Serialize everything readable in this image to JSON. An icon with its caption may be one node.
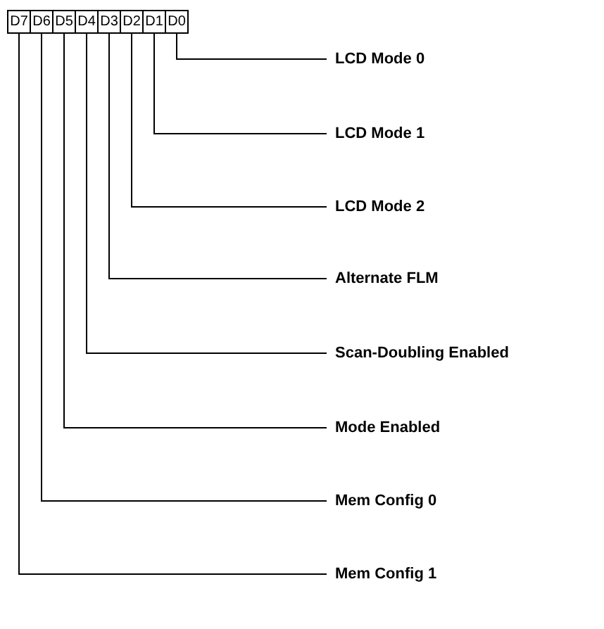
{
  "diagram": {
    "nodes": [
      {
        "text": [
          "D7"
        ]
      },
      {
        "text": [
          "D6"
        ]
      },
      {
        "text": [
          "D5"
        ]
      },
      {
        "text": [
          "D4"
        ]
      },
      {
        "text": [
          "D3"
        ]
      },
      {
        "text": [
          "D2"
        ]
      },
      {
        "text": [
          "D1"
        ]
      },
      {
        "text": [
          "D0"
        ]
      },
      {
        "text": [
          "LCD Mode 0"
        ]
      },
      {
        "text": [
          "LCD Mode 1"
        ]
      },
      {
        "text": [
          "LCD Mode 2"
        ]
      },
      {
        "text": [
          "Alternate FLM"
        ]
      },
      {
        "text": [
          "Scan-Doubling Enabled"
        ]
      },
      {
        "text": [
          "Mode Enabled"
        ]
      },
      {
        "text": [
          "Mem Config 0"
        ]
      },
      {
        "text": [
          "Mem Config 1"
        ]
      }
    ],
    "edges": [
      {
        "from": 7,
        "to": 8,
        "arrow": "none"
      },
      {
        "from": 6,
        "to": 9,
        "arrow": "none"
      },
      {
        "from": 5,
        "to": 10,
        "arrow": "none"
      },
      {
        "from": 4,
        "to": 11,
        "arrow": "none"
      },
      {
        "from": 3,
        "to": 12,
        "arrow": "none"
      },
      {
        "from": 2,
        "to": 13,
        "arrow": "none"
      },
      {
        "from": 1,
        "to": 14,
        "arrow": "none"
      },
      {
        "from": 0,
        "to": 15,
        "arrow": "none"
      }
    ]
  }
}
